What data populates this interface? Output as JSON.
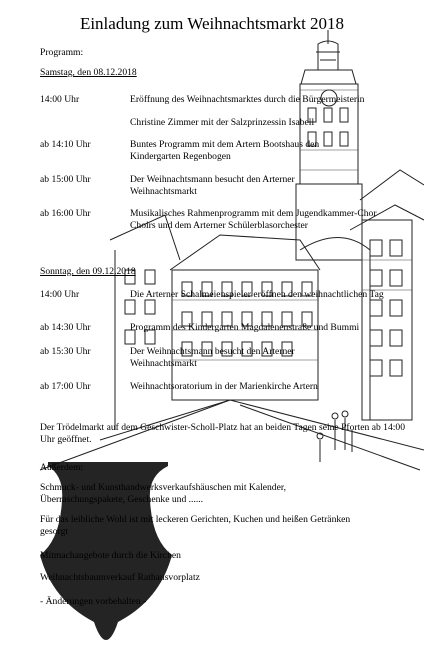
{
  "title": "Einladung zum Weihnachtsmarkt 2018",
  "program_label": "Programm:",
  "days": [
    {
      "date": "Samstag, den 08.12.2018",
      "events": [
        {
          "time": "14:00 Uhr",
          "text": "Eröffnung des Weihnachtsmarktes durch die Bürgermeisterin"
        },
        {
          "time": "",
          "text": "Christine Zimmer mit der Salzprinzessin Isabell"
        },
        {
          "time": "ab 14:10 Uhr",
          "text": "Buntes Programm mit dem Artern Bootshaus den Kindergarten Regenbogen"
        },
        {
          "time": "ab 15:00 Uhr",
          "text": "Der Weihnachtsmann besucht den Arterner Weihnachtsmarkt"
        },
        {
          "time": "ab 16:00 Uhr",
          "text": "Musikalisches Rahmenprogramm mit dem Jugendkammer-Chor Choirs und dem Arterner Schülerblasorchester"
        }
      ]
    },
    {
      "date": "Sonntag, den 09.12.2018",
      "events": [
        {
          "time": "14:00 Uhr",
          "text": "Die Arterner Schalmeienspieler eröffnen den weihnachtlichen Tag"
        },
        {
          "time": "ab 14:30 Uhr",
          "text": "Programm des Kindergarten Magdalenenstraße und Bummi"
        },
        {
          "time": "ab 15:30 Uhr",
          "text": "Der Weihnachtsmann besucht den Arterner Weihnachtsmarkt"
        },
        {
          "time": "ab 17:00 Uhr",
          "text": "Weihnachtsoratorium in der Marienkirche Artern"
        }
      ]
    }
  ],
  "notice": "Der Trödelmarkt auf dem Geschwister-Scholl-Platz hat an beiden Tagen seine Pforten ab 14:00 Uhr geöffnet.",
  "also_label": "Außerdem:",
  "also_items": [
    "Schmuck- und Kunsthandwerksverkaufshäuschen mit Kalender, Überraschungspakete, Geschenke und ......",
    "Für das leibliche Wohl ist mit leckeren Gerichten, Kuchen und heißen Getränken gesorgt",
    "Mitmachangebote durch die Kirchen",
    "Weihnachtsbaumverkauf Rathausvorplatz",
    "- Änderungen vorbehalten -"
  ]
}
